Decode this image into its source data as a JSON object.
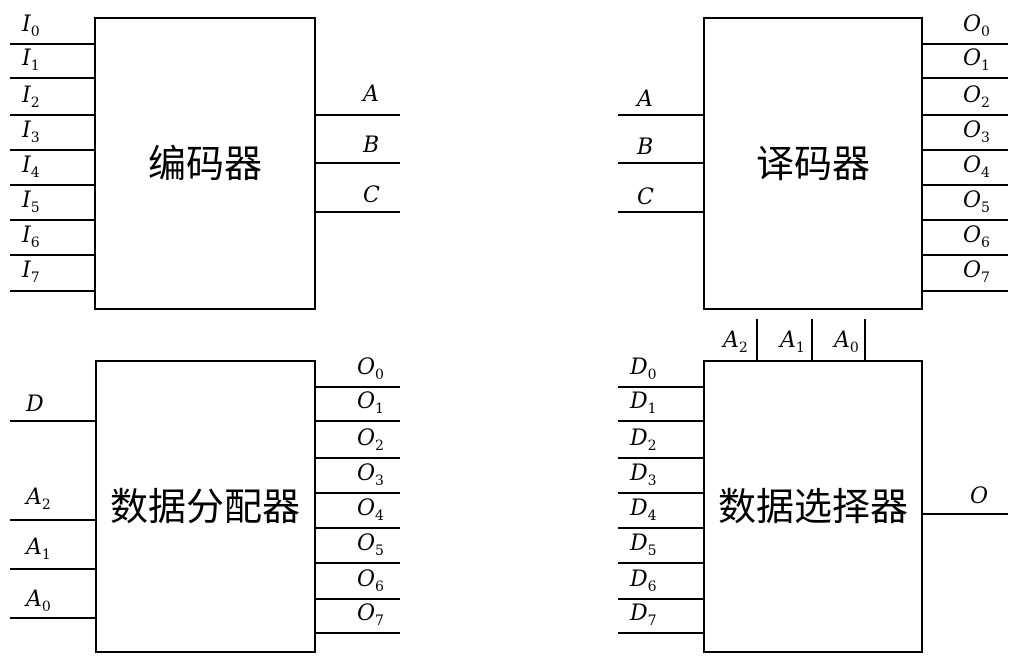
{
  "encoder": {
    "title": "编码器",
    "inputs": [
      {
        "base": "I",
        "sub": "0"
      },
      {
        "base": "I",
        "sub": "1"
      },
      {
        "base": "I",
        "sub": "2"
      },
      {
        "base": "I",
        "sub": "3"
      },
      {
        "base": "I",
        "sub": "4"
      },
      {
        "base": "I",
        "sub": "5"
      },
      {
        "base": "I",
        "sub": "6"
      },
      {
        "base": "I",
        "sub": "7"
      }
    ],
    "outputs": [
      {
        "base": "A",
        "sub": ""
      },
      {
        "base": "B",
        "sub": ""
      },
      {
        "base": "C",
        "sub": ""
      }
    ]
  },
  "decoder": {
    "title": "译码器",
    "inputs": [
      {
        "base": "A",
        "sub": ""
      },
      {
        "base": "B",
        "sub": ""
      },
      {
        "base": "C",
        "sub": ""
      }
    ],
    "outputs": [
      {
        "base": "O",
        "sub": "0"
      },
      {
        "base": "O",
        "sub": "1"
      },
      {
        "base": "O",
        "sub": "2"
      },
      {
        "base": "O",
        "sub": "3"
      },
      {
        "base": "O",
        "sub": "4"
      },
      {
        "base": "O",
        "sub": "5"
      },
      {
        "base": "O",
        "sub": "6"
      },
      {
        "base": "O",
        "sub": "7"
      }
    ]
  },
  "distributor": {
    "title": "数据分配器",
    "data_input": {
      "base": "D",
      "sub": ""
    },
    "address_inputs": [
      {
        "base": "A",
        "sub": "2"
      },
      {
        "base": "A",
        "sub": "1"
      },
      {
        "base": "A",
        "sub": "0"
      }
    ],
    "outputs": [
      {
        "base": "O",
        "sub": "0"
      },
      {
        "base": "O",
        "sub": "1"
      },
      {
        "base": "O",
        "sub": "2"
      },
      {
        "base": "O",
        "sub": "3"
      },
      {
        "base": "O",
        "sub": "4"
      },
      {
        "base": "O",
        "sub": "5"
      },
      {
        "base": "O",
        "sub": "6"
      },
      {
        "base": "O",
        "sub": "7"
      }
    ]
  },
  "selector": {
    "title": "数据选择器",
    "select_inputs": [
      {
        "base": "A",
        "sub": "2"
      },
      {
        "base": "A",
        "sub": "1"
      },
      {
        "base": "A",
        "sub": "0"
      }
    ],
    "inputs": [
      {
        "base": "D",
        "sub": "0"
      },
      {
        "base": "D",
        "sub": "1"
      },
      {
        "base": "D",
        "sub": "2"
      },
      {
        "base": "D",
        "sub": "3"
      },
      {
        "base": "D",
        "sub": "4"
      },
      {
        "base": "D",
        "sub": "5"
      },
      {
        "base": "D",
        "sub": "6"
      },
      {
        "base": "D",
        "sub": "7"
      }
    ],
    "output": {
      "base": "O",
      "sub": ""
    }
  }
}
